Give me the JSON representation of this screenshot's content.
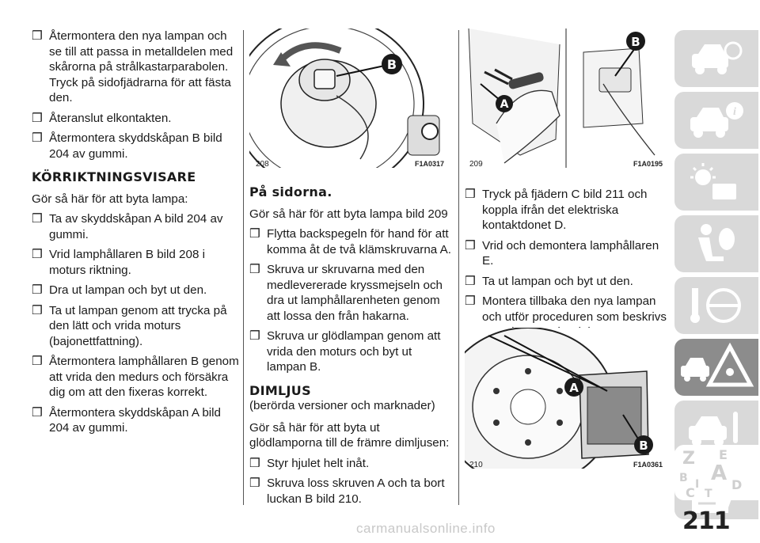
{
  "column1": {
    "bullets_a": [
      "Återmontera den nya lampan och se till att passa in metalldelen med skårorna på strålkastarparabolen. Tryck på sidofjädrarna för att fästa den.",
      "Återanslut elkontakten.",
      "Återmontera skyddskåpan B bild 204 av gummi."
    ],
    "heading": "KÖRRIKTNINGSVISARE",
    "intro": "Gör så här för att byta lampa:",
    "bullets_b": [
      "Ta av skyddskåpan A bild 204 av gummi.",
      "Vrid lamphållaren B bild 208 i moturs riktning.",
      "Dra ut lampan och byt ut den.",
      "Ta ut lampan genom att trycka på den lätt och vrida moturs (bajonettfattning).",
      "Återmontera lamphållaren B genom att vrida den medurs och försäkra dig om att den fixeras korrekt.",
      "Återmontera skyddskåpan A bild 204 av gummi."
    ]
  },
  "column2": {
    "figure": {
      "number": "208",
      "code": "F1A0317",
      "label_b": "B"
    },
    "heading": "På sidorna.",
    "intro": "Gör så här för att byta lampa bild 209",
    "bullets_a": [
      "Flytta backspegeln för hand för att komma åt de två klämskruvarna A.",
      "Skruva ur skruvarna med den medlevererade kryssmejseln och dra ut lamphållarenheten genom att lossa den från hakarna.",
      "Skruva ur glödlampan genom att vrida den moturs och byt ut lampan B."
    ],
    "heading2": "DIMLJUS",
    "subheading": "(berörda versioner och marknader)",
    "intro2": "Gör så här för att byta ut glödlamporna till de främre dimljusen:",
    "bullets_b": [
      "Styr hjulet helt inåt.",
      "Skruva loss skruven A och ta bort luckan B bild 210."
    ]
  },
  "column3": {
    "figure_top": {
      "number": "209",
      "code": "F1A0195",
      "label_a": "A",
      "label_b": "B"
    },
    "bullets": [
      "Tryck på fjädern C bild 211 och koppla ifrån det elektriska kontaktdonet D.",
      "Vrid och demontera lamphållaren E.",
      "Ta ut lampan och byt ut den.",
      "Montera tillbaka den nya lampan och utför proceduren som beskrivs ovan i omvänd ordning."
    ],
    "figure_bottom": {
      "number": "210",
      "code": "F1A0361",
      "label_a": "A",
      "label_b": "B"
    }
  },
  "bullet_marker": "❒",
  "sidebar": {
    "tabs": [
      "car-dashboard-icon",
      "car-info-icon",
      "warning-lights-icon",
      "airbag-seat-icon",
      "steering-key-icon",
      "breakdown-warning-icon",
      "car-service-icon",
      "document-list-icon",
      "alphabet-index-icon"
    ],
    "active_index": 5,
    "index_letters": [
      "Z",
      "E",
      "B",
      "A",
      "I",
      "C",
      "T",
      "D"
    ]
  },
  "page_number": "211",
  "watermark": "carmanualsonline.info"
}
